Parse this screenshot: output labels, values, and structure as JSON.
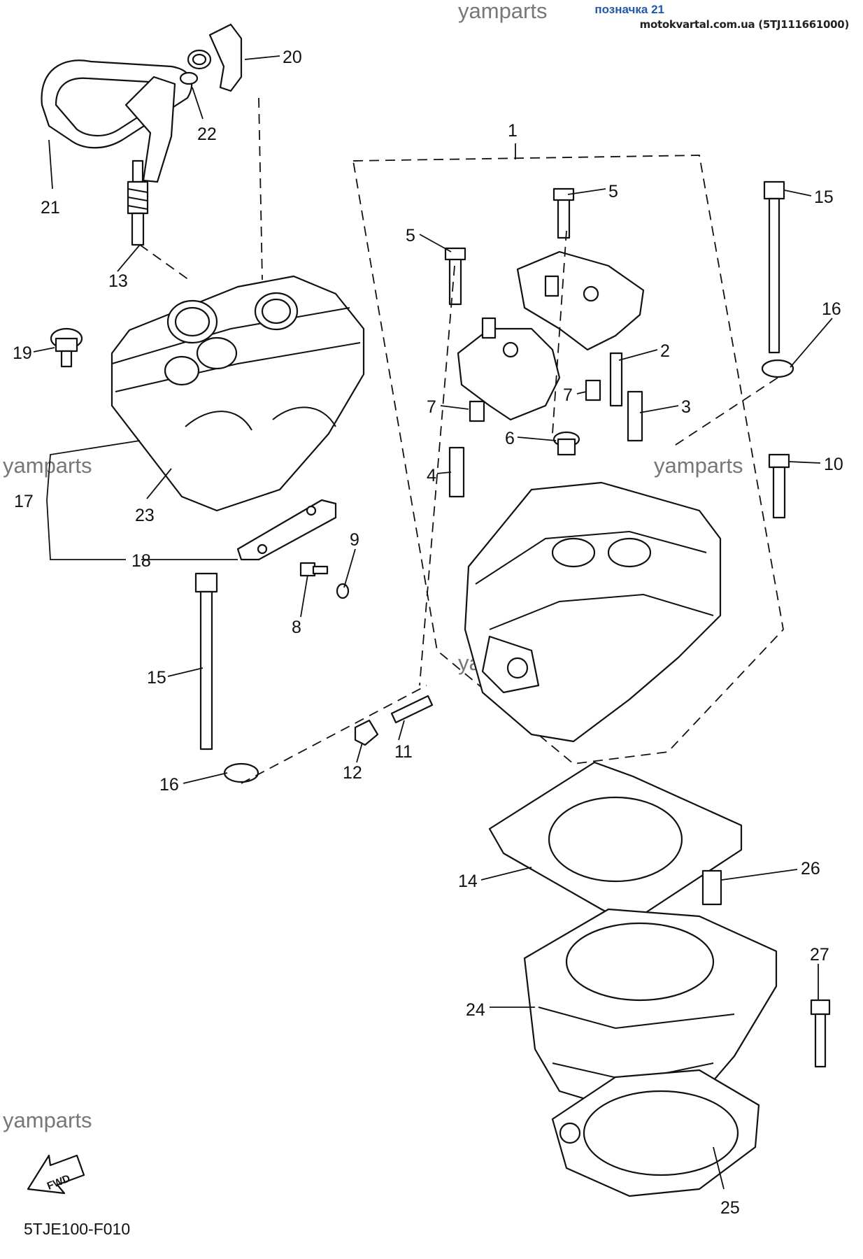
{
  "header": {
    "title": "позначка 21",
    "source": "motokvartal.com.ua (5TJ111661000)"
  },
  "watermark": "yamparts",
  "footer_code": "5TJE100-F010",
  "fwd_label": "FWD",
  "callouts": {
    "c1": "1",
    "c2": "2",
    "c3": "3",
    "c4": "4",
    "c5a": "5",
    "c5b": "5",
    "c6": "6",
    "c7a": "7",
    "c7b": "7",
    "c8": "8",
    "c9": "9",
    "c10": "10",
    "c11": "11",
    "c12": "12",
    "c13": "13",
    "c14": "14",
    "c15a": "15",
    "c15b": "15",
    "c16a": "16",
    "c16b": "16",
    "c17": "17",
    "c18": "18",
    "c19": "19",
    "c20": "20",
    "c21": "21",
    "c22": "22",
    "c23": "23",
    "c24": "24",
    "c25": "25",
    "c26": "26",
    "c27": "27"
  }
}
